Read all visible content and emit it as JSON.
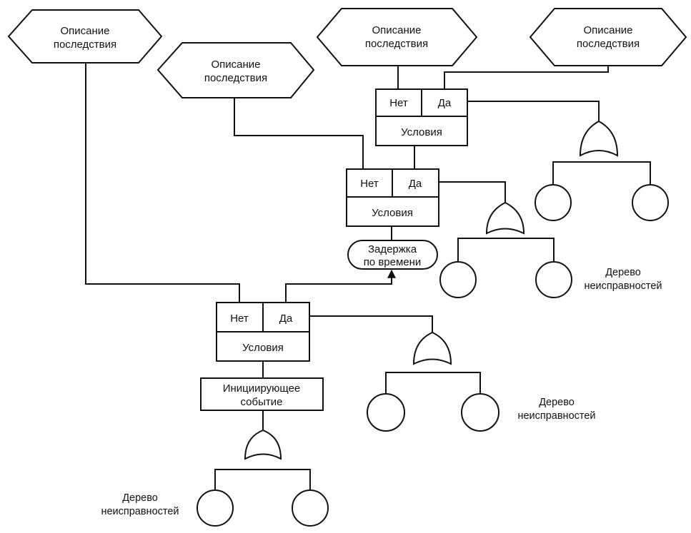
{
  "consequence": {
    "line1": "Описание",
    "line2": "последствия"
  },
  "condition_box": {
    "no": "Нет",
    "yes": "Да",
    "label": "Условия"
  },
  "delay": {
    "line1": "Задержка",
    "line2": "по времени"
  },
  "initiating_event": {
    "line1": "Инициирующее",
    "line2": "событие"
  },
  "fault_tree": {
    "line1": "Дерево",
    "line2": "неисправностей"
  }
}
